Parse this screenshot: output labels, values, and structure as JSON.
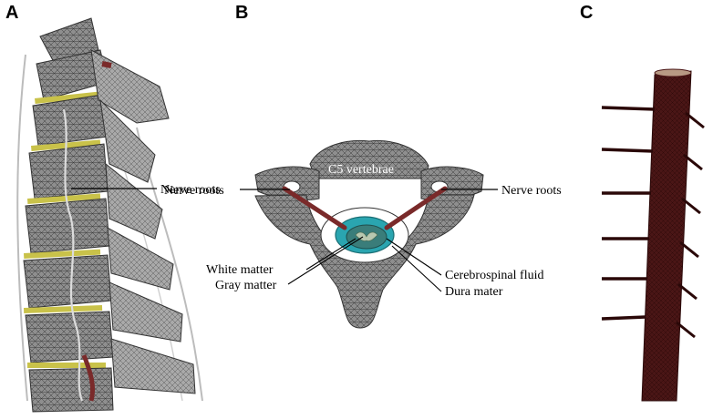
{
  "panels": {
    "a": "A",
    "b": "B",
    "c": "C"
  },
  "labels": {
    "nerve_roots_a": "Nerve roots",
    "vertebra_name": "C5 vertebrae",
    "nerve_roots_b_left": "Nerve roots",
    "nerve_roots_b_right": "Nerve roots",
    "white_matter": "White matter",
    "gray_matter": "Gray matter",
    "csf": "Cerebrospinal fluid",
    "dura_mater": "Dura mater"
  },
  "colors": {
    "bone": "#8c8c8c",
    "bone_dark": "#5a5a5a",
    "disc": "#c9c24a",
    "nerve": "#7a2a2a",
    "csf": "#2aa5b0",
    "cord": "#5a1a1a",
    "gray_matter": "#b8c8b0"
  }
}
